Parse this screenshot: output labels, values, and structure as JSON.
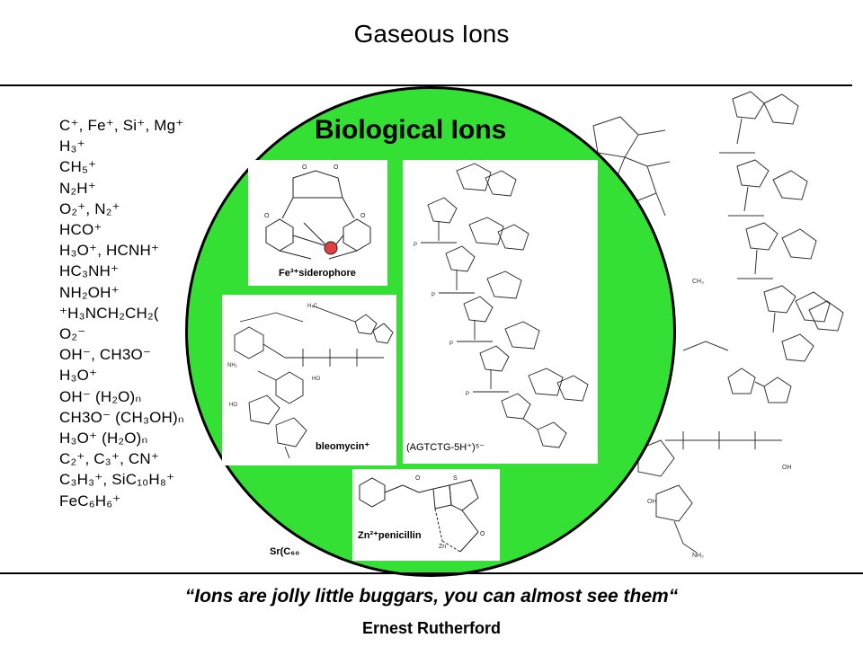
{
  "title": "Gaseous Ions",
  "circle_title": "Biological Ions",
  "gaseous_ions": [
    "C⁺, Fe⁺, Si⁺, Mg⁺",
    "H₃⁺",
    "CH₅⁺",
    "N₂H⁺",
    "O₂⁺, N₂⁺",
    "HCO⁺",
    "H₃O⁺, HCNH⁺",
    "HC₃NH⁺",
    "NH₂OH⁺",
    "⁺H₃NCH₂CH₂(",
    "O₂⁻",
    "OH⁻, CH3O⁻",
    "H₃O⁺",
    "OH⁻ (H₂O)ₙ",
    "CH3O⁻ (CH₃OH)ₙ",
    "H₃O⁺ (H₂O)ₙ",
    "C₂⁺, C₃⁺, CN⁺",
    "C₃H₃⁺, SiC₁₀H₈⁺",
    "FeC₆H₆⁺"
  ],
  "captions": {
    "siderophore": "Fe³⁺siderophore",
    "bleomycin": "bleomycin⁺",
    "dna": "(AGTCTG-5H⁺)⁵⁻",
    "penicillin": "Zn²⁺penicillin",
    "partial": "Sr(C₆₀"
  },
  "quote": "“Ions are jolly little buggars, you can almost see them“",
  "author": "Ernest Rutherford",
  "colors": {
    "circle": "#35e035",
    "iron_atom": "#e04040"
  }
}
